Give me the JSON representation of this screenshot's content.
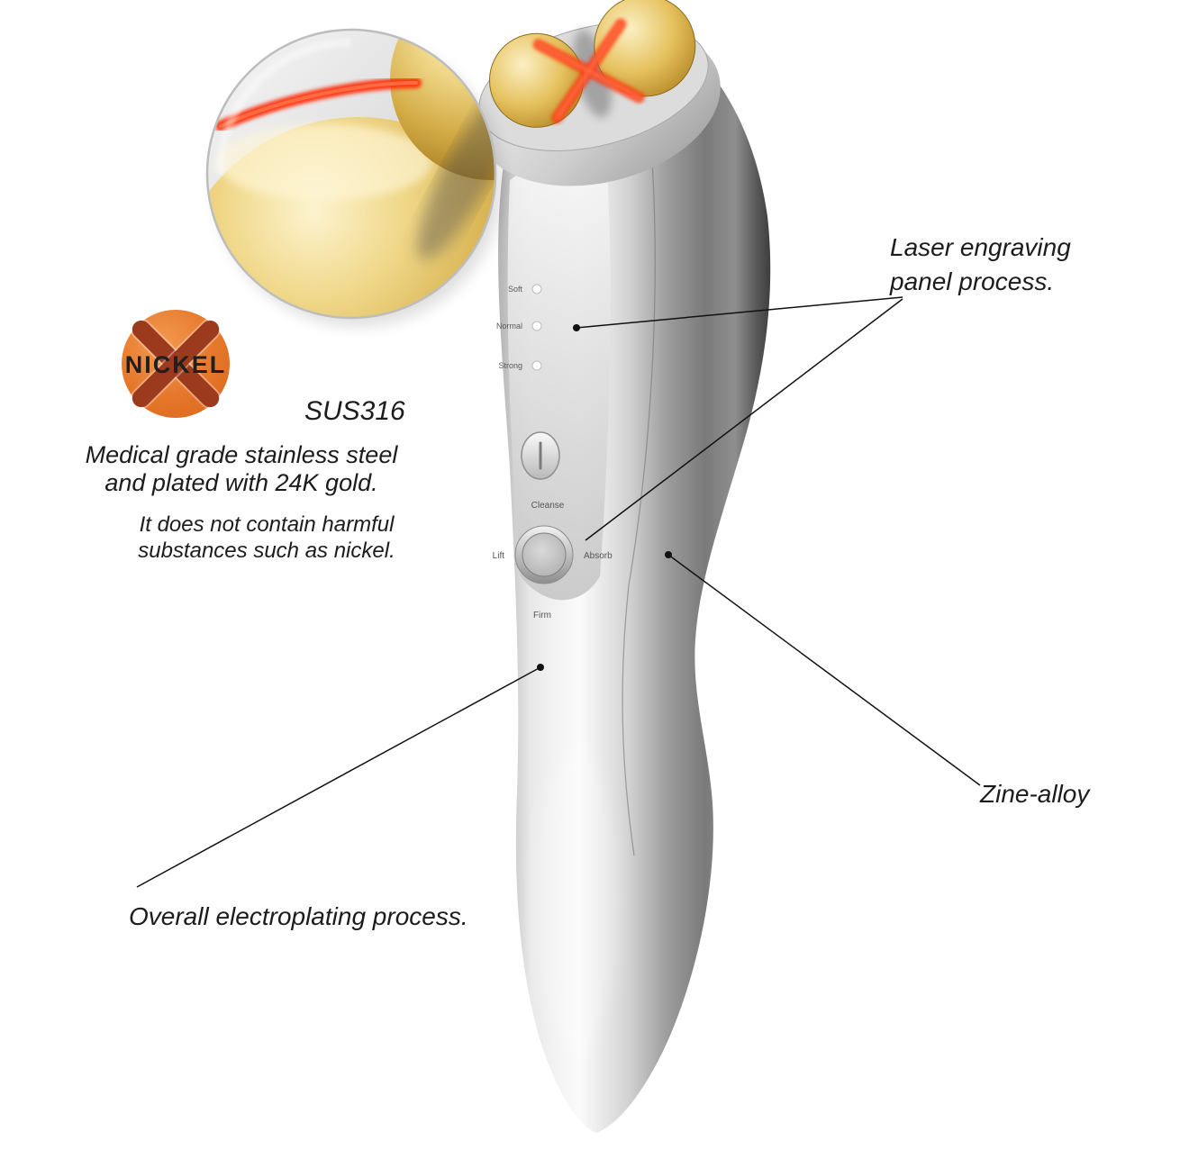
{
  "badge": {
    "label": "NICKEL"
  },
  "materials": {
    "grade": "SUS316",
    "medical_line1": "Medical grade stainless steel",
    "medical_line2": "and plated with 24K gold.",
    "note_line1": "It does not contain harmful",
    "note_line2": "substances such as nickel."
  },
  "annotations": {
    "laser_line1": "Laser engraving",
    "laser_line2": "panel process.",
    "zinc_alloy": "Zine-alloy",
    "electroplating": "Overall electroplating process."
  },
  "device": {
    "levels": {
      "low": "Soft",
      "mid": "Normal",
      "high": "Strong"
    },
    "modes": {
      "top": "Cleanse",
      "left": "Lift",
      "right": "Absorb",
      "bottom": "Firm"
    }
  },
  "colors": {
    "badge_orange": "#e5762a",
    "badge_cross": "#9c3a1d",
    "accent_red": "#ff2d00",
    "gold": "#d4af37",
    "text": "#1c1c1c"
  }
}
